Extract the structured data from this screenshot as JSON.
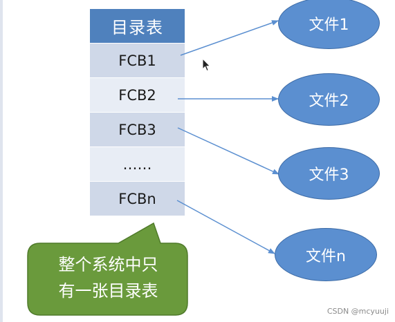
{
  "directory_table": {
    "title": "目录表",
    "rows": [
      "FCB1",
      "FCB2",
      "FCB3",
      "……",
      "FCBn"
    ]
  },
  "files": [
    "文件1",
    "文件2",
    "文件3",
    "文件n"
  ],
  "callout": {
    "lines": [
      "整个系统中只",
      "有一张目录表"
    ]
  },
  "watermark": "CSDN @mcyuuji",
  "colors": {
    "header_fill": "#4f81bd",
    "row_fill_dark": "#cfd8e8",
    "row_fill_light": "#e8edf5",
    "file_fill": "#5b8fd0",
    "arrow": "#5b8fd0",
    "callout_fill": "#6a9a3c"
  }
}
